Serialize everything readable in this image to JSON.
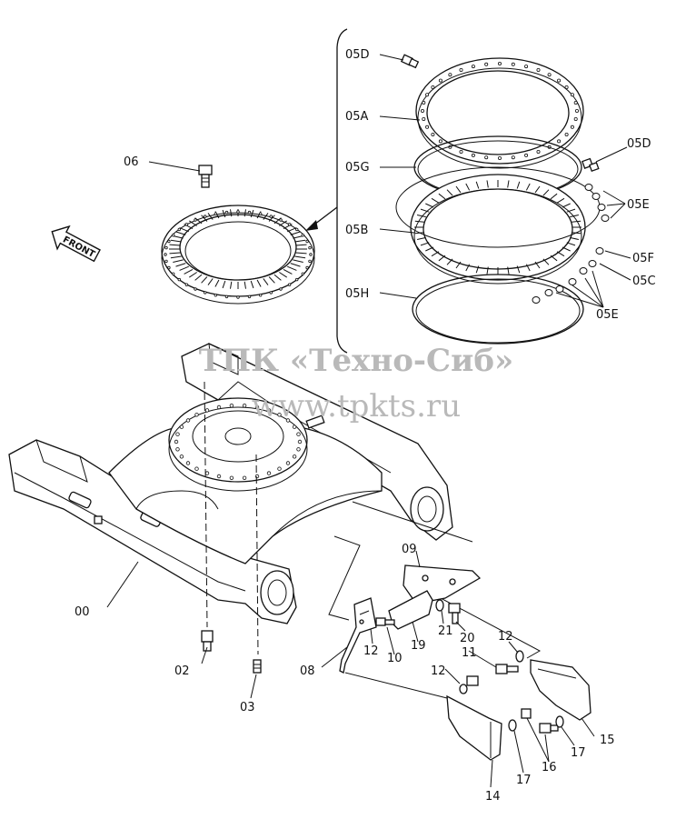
{
  "watermark": {
    "line1": "ТПК «Техно-Сиб»",
    "line2": "www.tpkts.ru"
  },
  "front_label": "FRONT",
  "labels": {
    "p05D_top": "05D",
    "p05A": "05A",
    "p05G": "05G",
    "p05B": "05B",
    "p05H": "05H",
    "p05D_right": "05D",
    "p05E_top": "05E",
    "p05F": "05F",
    "p05C": "05C",
    "p05E_bottom": "05E",
    "p06": "06",
    "p00": "00",
    "p02": "02",
    "p03": "03",
    "p08": "08",
    "p09": "09",
    "p10": "10",
    "p11": "11",
    "p12a": "12",
    "p12b": "12",
    "p12c": "12",
    "p14": "14",
    "p15": "15",
    "p16": "16",
    "p17a": "17",
    "p17b": "17",
    "p19": "19",
    "p20": "20",
    "p21": "21"
  }
}
